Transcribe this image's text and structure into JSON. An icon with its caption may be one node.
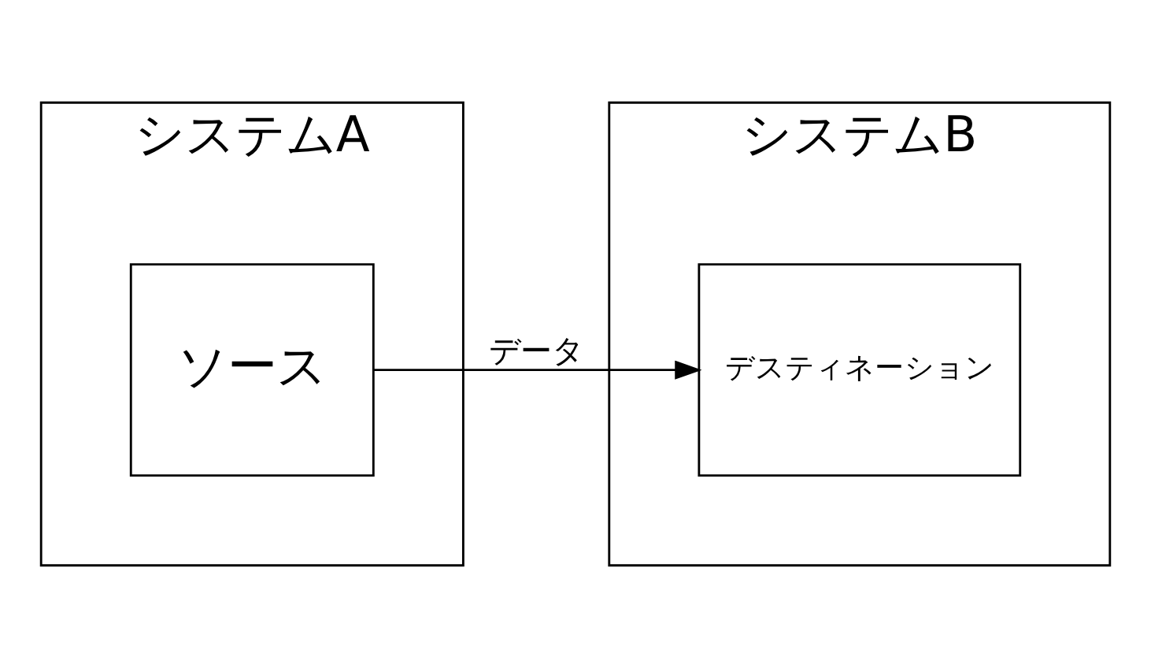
{
  "diagram": {
    "nodes": [
      {
        "text": [
          "システムA"
        ]
      },
      {
        "text": [
          "ソース"
        ],
        "in": 0
      },
      {
        "text": [
          "システムB"
        ]
      },
      {
        "text": [
          "デスティネーション"
        ],
        "in": 2
      }
    ],
    "edges": [
      {
        "from": 1,
        "to": 3,
        "label": "データ",
        "arrow": "to"
      }
    ]
  }
}
